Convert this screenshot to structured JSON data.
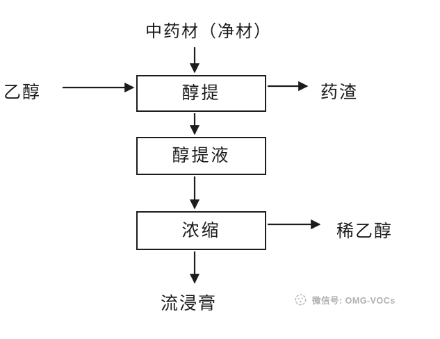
{
  "diagram": {
    "title": "中药材（净材）",
    "input_label": "乙醇",
    "boxes": [
      {
        "id": "alcohol-extraction",
        "label": "醇提"
      },
      {
        "id": "alcohol-extract-liquid",
        "label": "醇提液"
      },
      {
        "id": "concentration",
        "label": "浓缩"
      }
    ],
    "output_residue": "药渣",
    "output_dilute_ethanol": "稀乙醇",
    "output_fluid_extract": "流浸膏",
    "colors": {
      "line": "#1c1c1c",
      "background": "#ffffff",
      "watermark": "#b0b0b0"
    }
  },
  "watermark": {
    "icon": "wechat-logo-icon",
    "label": "微信号: OMG-VOCs"
  }
}
